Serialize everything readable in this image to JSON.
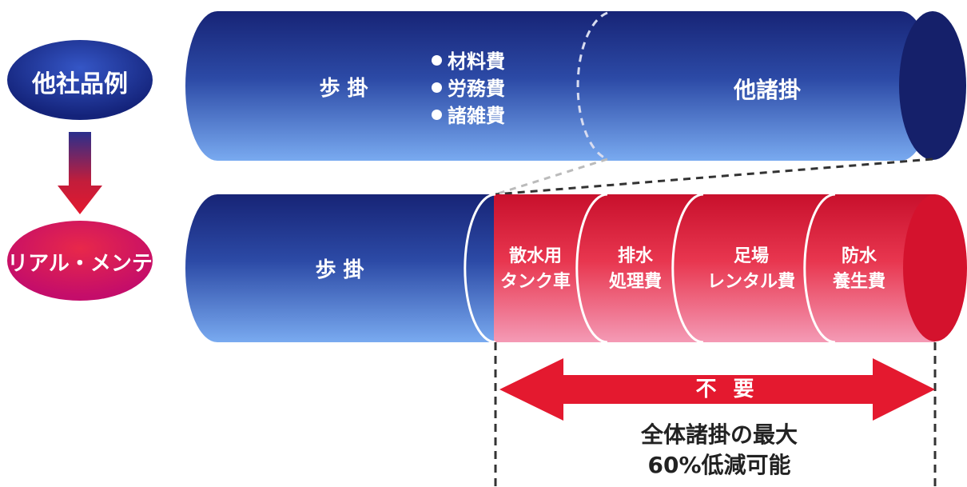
{
  "left_labels": {
    "competitor": "他社品例",
    "ours": "リアル・メンテ"
  },
  "top_bar": {
    "section_label": "歩 掛",
    "bullets": [
      "材料費",
      "労務費",
      "諸雑費"
    ],
    "other_label": "他諸掛"
  },
  "bottom_bar": {
    "section_label": "歩 掛",
    "segments": [
      {
        "line1": "散水用",
        "line2": "タンク車"
      },
      {
        "line1": "排水",
        "line2": "処理費"
      },
      {
        "line1": "足場",
        "line2": "レンタル費"
      },
      {
        "line1": "防水",
        "line2": "養生費"
      }
    ]
  },
  "callout": {
    "arrow_label": "不 要",
    "line1": "全体諸掛の最大",
    "line2": "60%低減可能"
  },
  "colors": {
    "navy": "#1b2a7a",
    "light_blue": "#6fa6ec",
    "red": "#e0192f",
    "pink": "#f07a9d"
  }
}
